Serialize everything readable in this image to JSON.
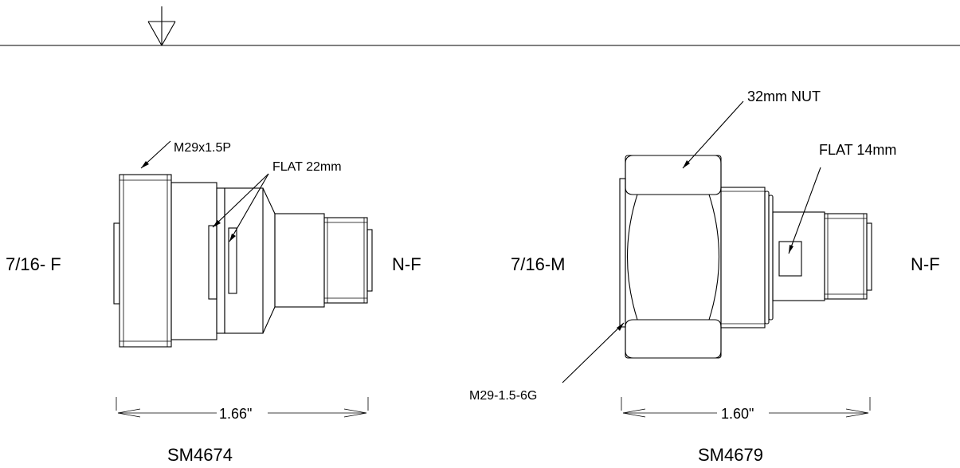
{
  "drawing": {
    "left_part": {
      "part_number": "SM4674",
      "left_label": "7/16- F",
      "right_label": "N-F",
      "thread_callout": "M29x1.5P",
      "flat_callout": "FLAT 22mm",
      "dimension": "1.66\""
    },
    "right_part": {
      "part_number": "SM4679",
      "left_label": "7/16-M",
      "right_label": "N-F",
      "nut_callout": "32mm NUT",
      "flat_callout": "FLAT 14mm",
      "thread_callout": "M29-1.5-6G",
      "dimension": "1.60\""
    }
  }
}
